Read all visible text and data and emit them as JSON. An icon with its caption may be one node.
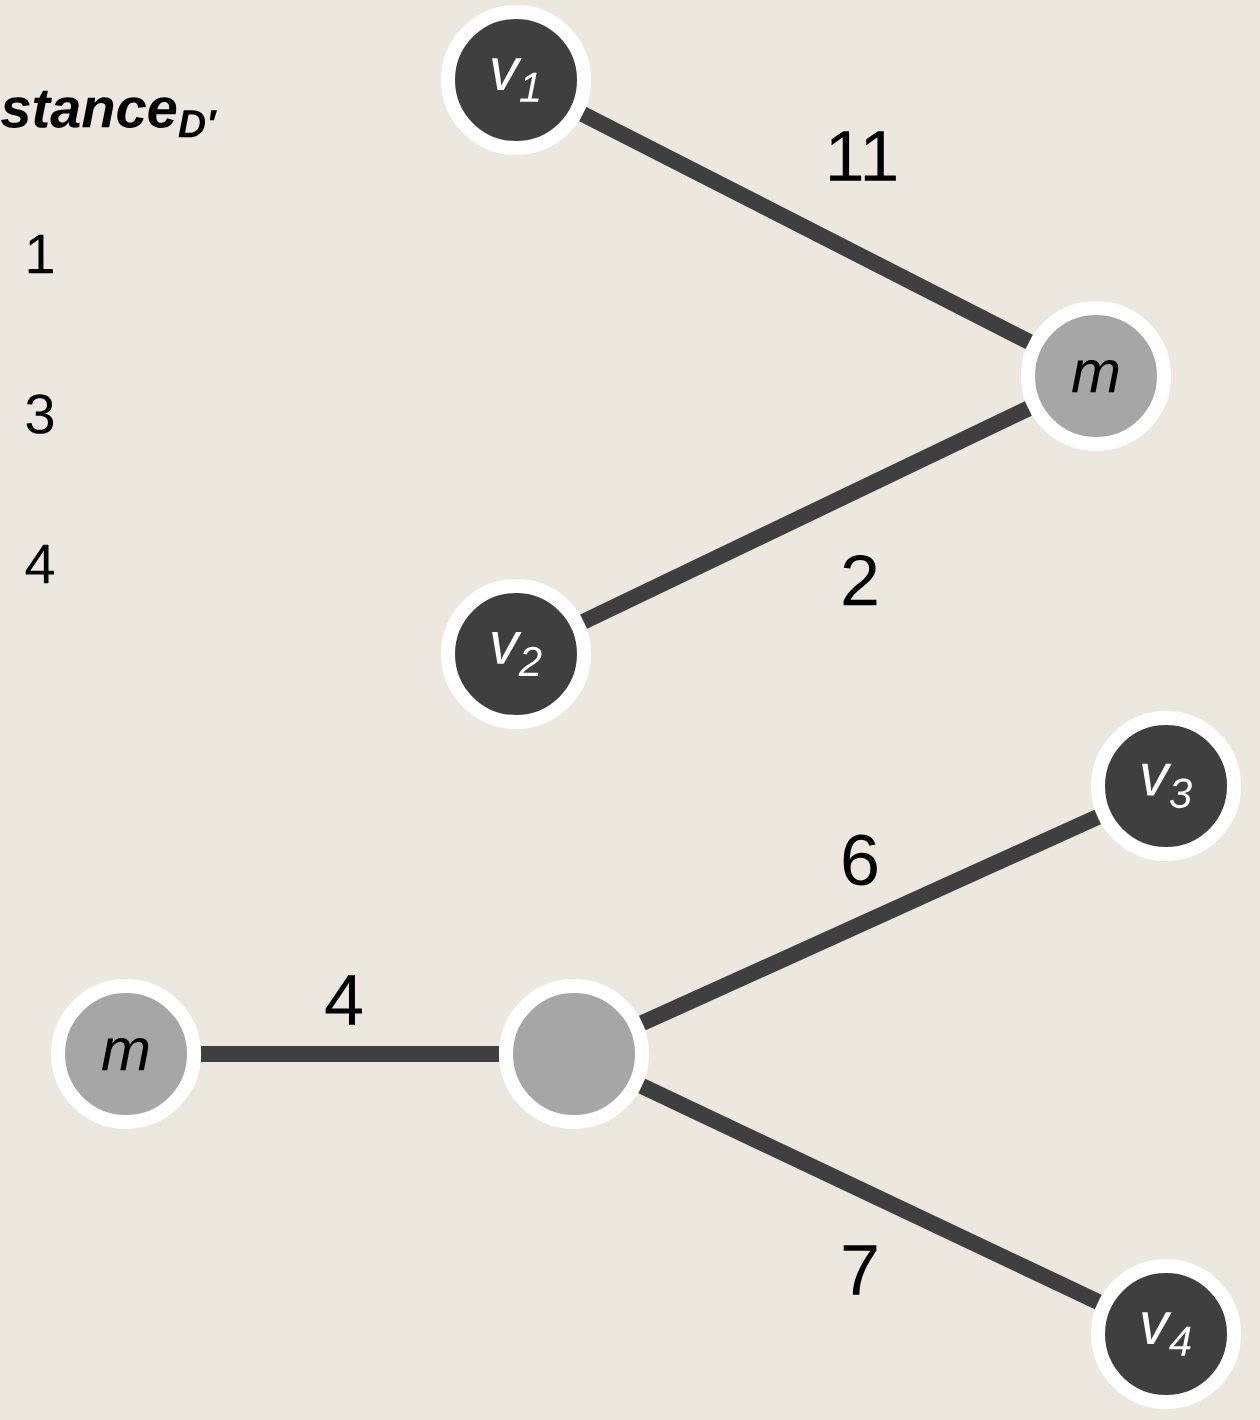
{
  "diagram": {
    "nodes": [
      {
        "text": [
          "v$_{1}$"
        ]
      },
      {
        "text": [
          "m"
        ]
      },
      {
        "text": [
          "v$_{2}$"
        ]
      },
      {
        "text": [
          "v$_{3}$"
        ]
      },
      {
        "text": [
          "m"
        ]
      },
      {
        "text": [],
        "shape": "circle"
      },
      {
        "text": [
          "v$_{4}$"
        ]
      }
    ],
    "edges": [
      {
        "from": 0,
        "to": 1,
        "arrow": "none",
        "label": "11"
      },
      {
        "from": 2,
        "to": 1,
        "arrow": "none",
        "label": "2"
      },
      {
        "from": 4,
        "to": 5,
        "arrow": "none",
        "label": "4"
      },
      {
        "from": 5,
        "to": 3,
        "arrow": "none",
        "label": "6"
      },
      {
        "from": 5,
        "to": 6,
        "arrow": "none",
        "label": "7"
      }
    ],
    "labels": [
      "stance$_{D′}$",
      "1",
      "3",
      "4"
    ]
  }
}
